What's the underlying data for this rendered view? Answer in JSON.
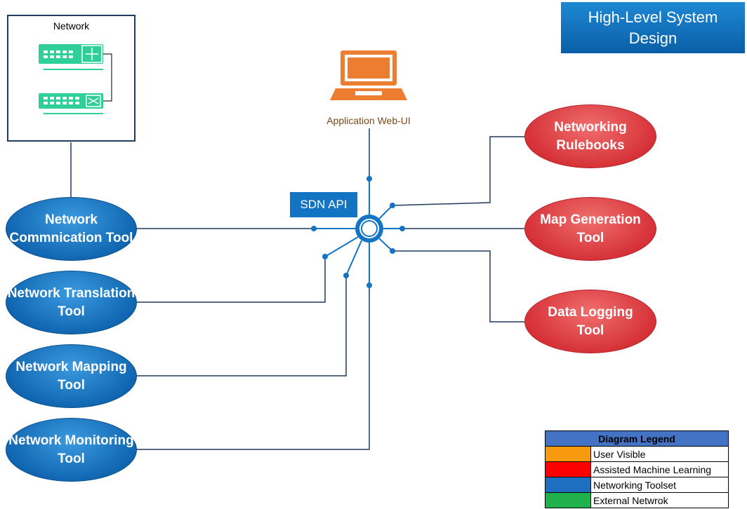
{
  "title": {
    "line1": "High-Level System",
    "line2": "Design"
  },
  "network_box": {
    "label": "Network"
  },
  "application": {
    "label": "Application Web-UI",
    "icon": "laptop-icon"
  },
  "sdn": {
    "label": "SDN API"
  },
  "tools_left": [
    {
      "line1": "Network",
      "line2": "Commnication Tool"
    },
    {
      "line1": "Network Translation",
      "line2": "Tool"
    },
    {
      "line1": "Network Mapping",
      "line2": "Tool"
    },
    {
      "line1": "Network Monitoring",
      "line2": "Tool"
    }
  ],
  "tools_right": [
    {
      "line1": "Networking",
      "line2": "Rulebooks"
    },
    {
      "line1": "Map Generation",
      "line2": "Tool"
    },
    {
      "line1": "Data Logging",
      "line2": "Tool"
    }
  ],
  "legend": {
    "title": "Diagram Legend",
    "items": [
      {
        "label": "User Visible",
        "color": "#f79a0d"
      },
      {
        "label": "Assisted Machine Learning",
        "color": "#ff0000"
      },
      {
        "label": "Networking Toolset",
        "color": "#1f6fc1"
      },
      {
        "label": "External Netwrok",
        "color": "#21b14c"
      }
    ]
  },
  "colors": {
    "line_dark": "#1f3a5a",
    "hub": "#1474c4",
    "switch_green": "#2fcf9a",
    "laptop_orange": "#ed7d31"
  }
}
